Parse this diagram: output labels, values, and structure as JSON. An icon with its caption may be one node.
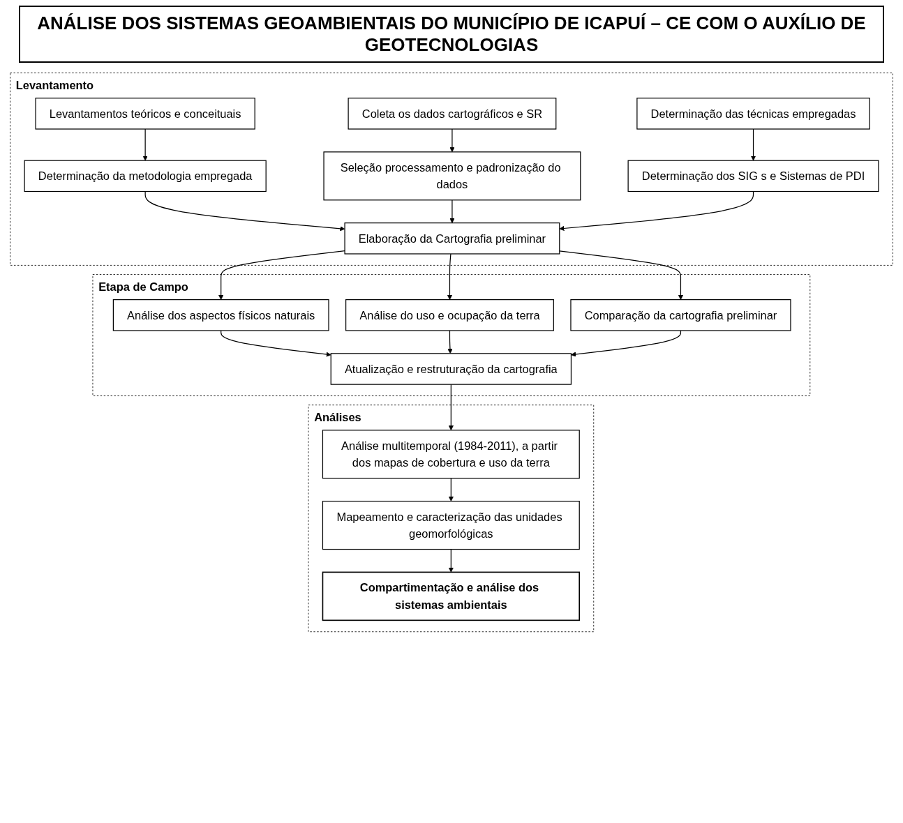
{
  "diagram": {
    "title": "ANÁLISE DOS SISTEMAS GEOAMBIENTAIS DO MUNICÍPIO DE ICAPUÍ – CE COM O AUXÍLIO DE GEOTECNOLOGIAS",
    "nodes": [
      {
        "text": [
          "Levantamento"
        ]
      },
      {
        "text": [
          "Levantamentos teóricos e conceituais"
        ],
        "in": 0
      },
      {
        "text": [
          "Coleta os dados cartográficos e SR"
        ],
        "in": 0
      },
      {
        "text": [
          "Determinação das técnicas empregadas"
        ],
        "in": 0
      },
      {
        "text": [
          "Determinação da metodologia empregada"
        ],
        "in": 0
      },
      {
        "text": [
          "Seleção processamento e padronização do dados"
        ],
        "in": 0
      },
      {
        "text": [
          "Determinação dos SIG s e Sistemas de PDI"
        ],
        "in": 0
      },
      {
        "text": [
          "Elaboração da Cartografia preliminar"
        ],
        "in": 0
      },
      {
        "text": [
          "Etapa de Campo"
        ]
      },
      {
        "text": [
          "Análise dos aspectos físicos naturais"
        ],
        "in": 8
      },
      {
        "text": [
          "Análise do uso e ocupação da terra"
        ],
        "in": 8
      },
      {
        "text": [
          "Comparação da cartografia preliminar"
        ],
        "in": 8
      },
      {
        "text": [
          "Atualização e restruturação da cartografia"
        ],
        "in": 8
      },
      {
        "text": [
          "Análises"
        ]
      },
      {
        "text": [
          "Análise multitemporal (1984-2011), a partir dos mapas de cobertura e uso da terra"
        ],
        "in": 13
      },
      {
        "text": [
          "Mapeamento e caracterização das unidades geomorfológicas"
        ],
        "in": 13
      },
      {
        "text": [
          "Compartimentação e análise dos sistemas ambientais"
        ],
        "in": 13
      }
    ],
    "edges": [
      {
        "from": 1,
        "to": 4,
        "arrow": "to"
      },
      {
        "from": 2,
        "to": 5,
        "arrow": "to"
      },
      {
        "from": 3,
        "to": 6,
        "arrow": "to"
      },
      {
        "from": 4,
        "to": 7,
        "arrow": "to"
      },
      {
        "from": 5,
        "to": 7,
        "arrow": "to"
      },
      {
        "from": 6,
        "to": 7,
        "arrow": "to"
      },
      {
        "from": 7,
        "to": 9,
        "arrow": "to"
      },
      {
        "from": 7,
        "to": 10,
        "arrow": "to"
      },
      {
        "from": 7,
        "to": 11,
        "arrow": "to"
      },
      {
        "from": 9,
        "to": 12,
        "arrow": "to"
      },
      {
        "from": 10,
        "to": 12,
        "arrow": "to"
      },
      {
        "from": 11,
        "to": 12,
        "arrow": "to"
      },
      {
        "from": 12,
        "to": 14,
        "arrow": "to"
      },
      {
        "from": 14,
        "to": 15,
        "arrow": "to"
      },
      {
        "from": 15,
        "to": 16,
        "arrow": "to"
      }
    ]
  }
}
